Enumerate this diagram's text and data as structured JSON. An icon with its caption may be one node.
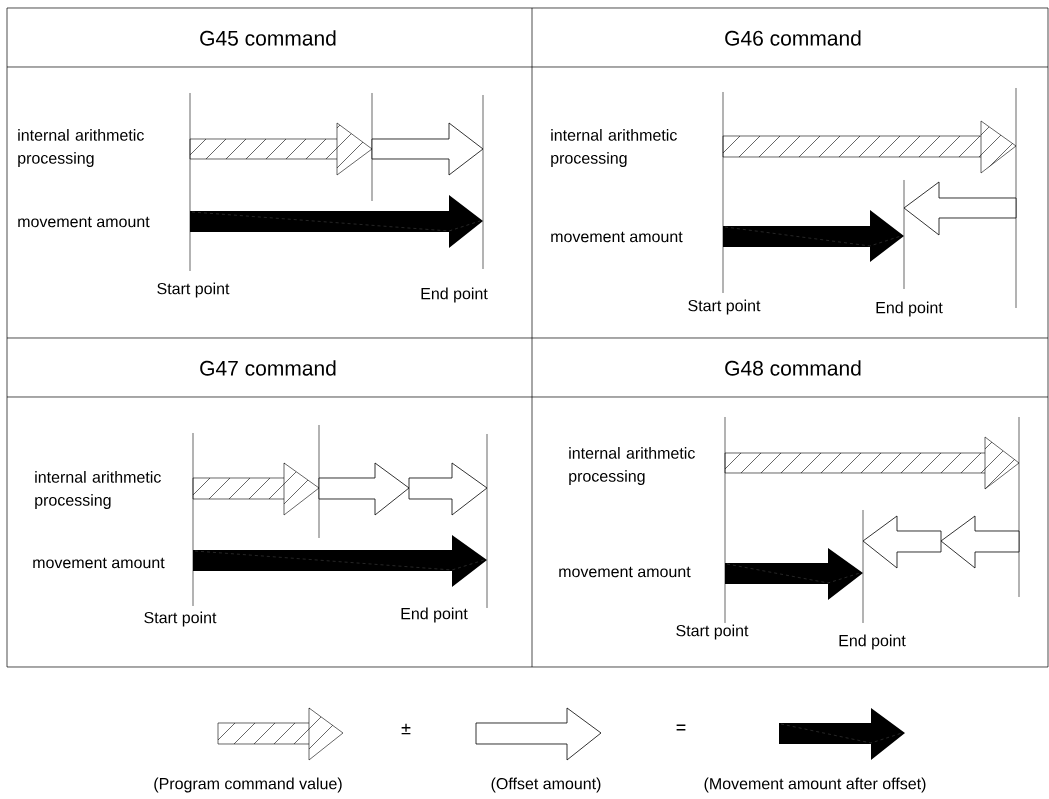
{
  "diagram": {
    "labels": [
      "G45 command",
      "G46 command",
      "internal arithmetic processing",
      "movement amount",
      "Start point",
      "End point",
      "internal arithmetic processing",
      "movement amount",
      "Start point",
      "End point",
      "G47 command",
      "G48 command",
      "internal arithmetic processing",
      "movement amount",
      "Start point",
      "End point",
      "internal arithmetic processing",
      "movement amount",
      "Start point",
      "End point",
      "±",
      "="
    ],
    "legend": [
      {
        "text": "(Program command value)"
      },
      {
        "text": "(Offset amount)"
      },
      {
        "text": "(Movement amount after offset)"
      }
    ]
  }
}
